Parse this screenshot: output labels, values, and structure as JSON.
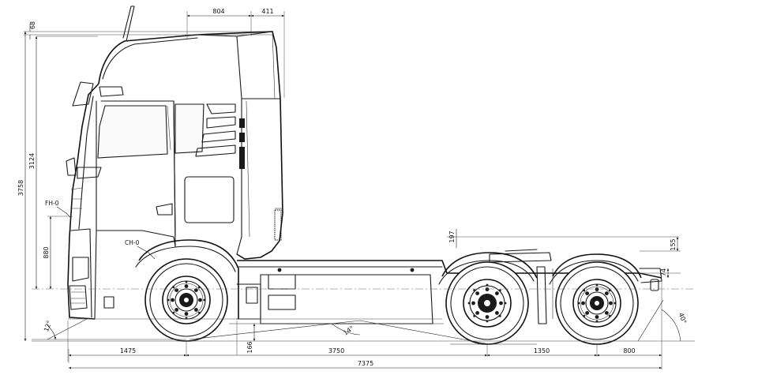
{
  "dimensions": {
    "overall_length": "7375",
    "front_overhang": "1475",
    "wheelbase_front": "3750",
    "wheelbase_rear": "1350",
    "rear_overhang": "800",
    "overall_height": "3758",
    "cab_height": "3124",
    "frame_height": "880",
    "roof_top": "68",
    "roof_section": "804",
    "roof_rear": "411",
    "fifth_wheel": "197",
    "rear_top": "155",
    "rear_frame": "74",
    "ground_clearance": "166",
    "approach_angle": "12°",
    "ramp_angle": "14°",
    "departure_angle": "40°"
  },
  "labels": {
    "fh": "FH-0",
    "ch": "CH-0"
  }
}
